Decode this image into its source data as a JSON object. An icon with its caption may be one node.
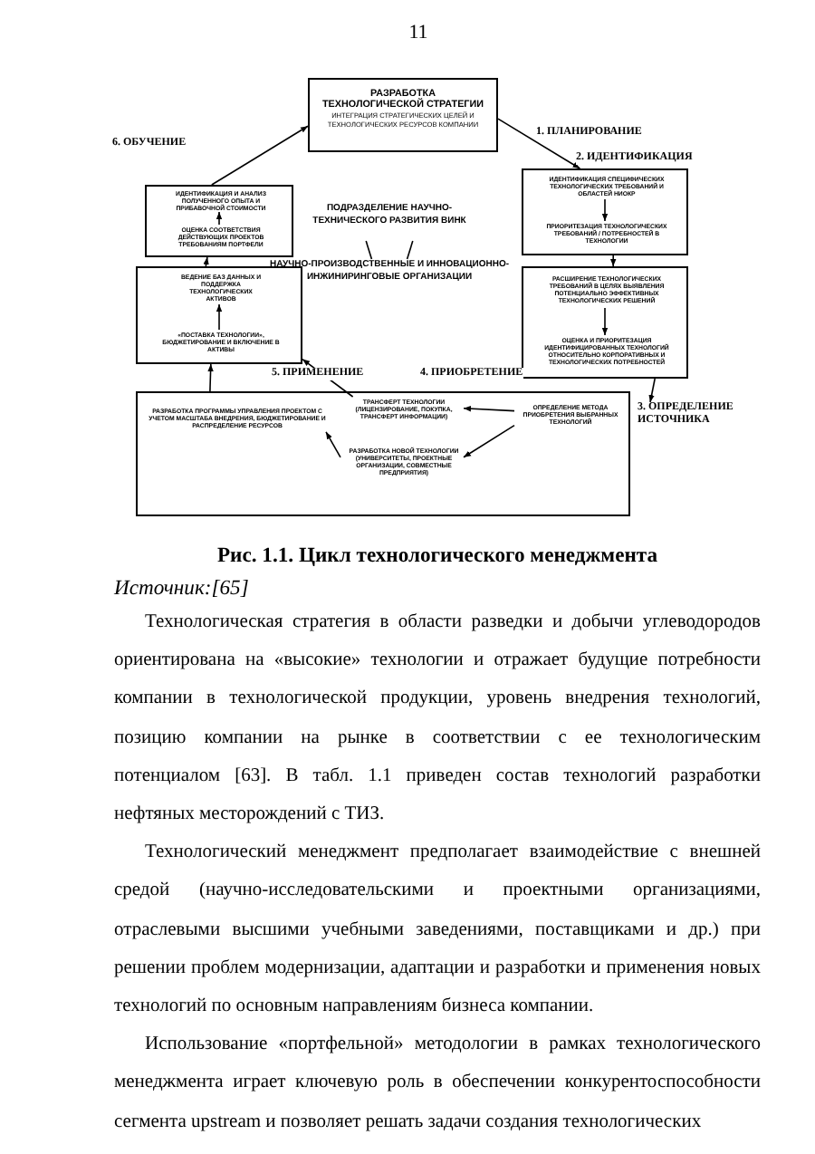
{
  "diagram": {
    "caption": "Рис. 1.1. Цикл технологического менеджмента",
    "nodes": [
      {
        "text": [
          "РАЗРАБОТКА ТЕХНОЛОГИЧЕСКОЙ СТРАТЕГИИ",
          "ИНТЕГРАЦИЯ СТРАТЕГИЧЕСКИХ ЦЕЛЕЙ И ТЕХНОЛОГИЧЕСКИХ РЕСУРСОВ КОМПАНИИ"
        ]
      },
      {
        "text": [],
        "shape": "box"
      },
      {
        "text": [
          "ИДЕНТИФИКАЦИЯ СПЕЦИФИЧЕСКИХ ТЕХНОЛОГИЧЕСКИХ ТРЕБОВАНИЙ И ОБЛАСТЕЙ НИОКР"
        ],
        "in": 1
      },
      {
        "text": [
          "ПРИОРИТЕЗАЦИЯ ТЕХНОЛОГИЧЕСКИХ ТРЕБОВАНИЙ / ПОТРЕБНОСТЕЙ В ТЕХНОЛОГИИ"
        ],
        "in": 1
      },
      {
        "text": [],
        "shape": "box"
      },
      {
        "text": [
          "РАСШИРЕНИЕ ТЕХНОЛОГИЧЕСКИХ ТРЕБОВАНИЙ В ЦЕЛЯХ ВЫЯВЛЕНИЯ ПОТЕНЦИАЛЬНО ЭФФЕКТИВНЫХ ТЕХНОЛОГИЧЕСКИХ РЕШЕНИЙ"
        ],
        "in": 4
      },
      {
        "text": [
          "ОЦЕНКА И ПРИОРИТЕЗАЦИЯ ИДЕНТИФИЦИРОВАННЫХ ТЕХНОЛОГИЙ ОТНОСИТЕЛЬНО КОРПОРАТИВНЫХ И ТЕХНОЛОГИЧЕСКИХ ПОТРЕБНОСТЕЙ"
        ],
        "in": 4
      },
      {
        "text": [],
        "shape": "box"
      },
      {
        "text": [
          "ОПРЕДЕЛЕНИЕ МЕТОДА ПРИОБРЕТЕНИЯ ВЫБРАННЫХ ТЕХНОЛОГИЙ"
        ],
        "in": 7
      },
      {
        "text": [
          "ТРАНСФЕРТ ТЕХНОЛОГИИ (ЛИЦЕНЗИРОВАНИЕ, ПОКУПКА, ТРАНСФЕРТ ИНФОРМАЦИИ)"
        ],
        "in": 7
      },
      {
        "text": [
          "РАЗРАБОТКА НОВОЙ ТЕХНОЛОГИИ (УНИВЕРСИТЕТЫ, ПРОЕКТНЫЕ ОРГАНИЗАЦИИ, СОВМЕСТНЫЕ ПРЕДПРИЯТИЯ)"
        ],
        "in": 7
      },
      {
        "text": [
          "РАЗРАБОТКА ПРОГРАММЫ УПРАВЛЕНИЯ ПРОЕКТОМ С УЧЕТОМ МАСШТАБА ВНЕДРЕНИЯ, БЮДЖЕТИРОВАНИЕ И РАСПРЕДЕЛЕНИЕ РЕСУРСОВ"
        ],
        "in": 7
      },
      {
        "text": [],
        "shape": "box"
      },
      {
        "text": [
          "«ПОСТАВКА ТЕХНОЛОГИИ», БЮДЖЕТИРОВАНИЕ И ВКЛЮЧЕНИЕ В АКТИВЫ"
        ],
        "in": 12
      },
      {
        "text": [
          "ВЕДЕНИЕ БАЗ ДАННЫХ И ПОДДЕРЖКА ТЕХНОЛОГИЧЕСКИХ АКТИВОВ"
        ],
        "in": 12
      },
      {
        "text": [],
        "shape": "box"
      },
      {
        "text": [
          "ИДЕНТИФИКАЦИЯ И АНАЛИЗ ПОЛУЧЕННОГО ОПЫТА И ПРИБАВОЧНОЙ СТОИМОСТИ"
        ],
        "in": 15
      },
      {
        "text": [
          "ОЦЕНКА СООТВЕТСТВИЯ ДЕЙСТВУЮЩИХ ПРОЕКТОВ ТРЕБОВАНИЯМ ПОРТФЕЛИ"
        ],
        "in": 15
      },
      {
        "text": [
          "ПОДРАЗДЕЛЕНИЕ НАУЧНО-ТЕХНИЧЕСКОГО РАЗВИТИЯ ВИНК"
        ]
      },
      {
        "text": [
          "НАУЧНО-ПРОИЗВОДСТВЕННЫЕ И ИННОВАЦИОННО-ИНЖИНИРИНГОВЫЕ ОРГАНИЗАЦИИ"
        ]
      },
      {
        "text": [
          "3. ОПРЕДЕЛЕНИЕ ИСТОЧНИКА"
        ]
      }
    ],
    "edges": [
      {
        "from": 0,
        "to": 1,
        "arrow": "to",
        "label": "1. ПЛАНИРОВАНИЕ"
      },
      {
        "from": 2,
        "to": 3,
        "arrow": "to"
      },
      {
        "from": 1,
        "to": 4,
        "arrow": "to"
      },
      {
        "from": 5,
        "to": 6,
        "arrow": "to"
      },
      {
        "from": 4,
        "to": 20,
        "arrow": "to"
      },
      {
        "from": 8,
        "to": 9,
        "arrow": "to"
      },
      {
        "from": 8,
        "to": 10,
        "arrow": "to"
      },
      {
        "from": 10,
        "to": 11,
        "arrow": "to"
      },
      {
        "from": 7,
        "to": 12,
        "arrow": "to"
      },
      {
        "from": 9,
        "to": 12,
        "arrow": "to",
        "label": "5. ПРИМЕНЕНИЕ"
      },
      {
        "from": 13,
        "to": 14,
        "arrow": "to"
      },
      {
        "from": 12,
        "to": 15,
        "arrow": "to"
      },
      {
        "from": 17,
        "to": 16,
        "arrow": "to"
      },
      {
        "from": 15,
        "to": 0,
        "arrow": "to",
        "label": "6. ОБУЧЕНИЕ"
      },
      {
        "from": 18,
        "to": 19,
        "arrow": "none"
      },
      {
        "from": 18,
        "to": 19,
        "arrow": "none"
      }
    ],
    "labels": [
      "11",
      "2. ИДЕНТИФИКАЦИЯ",
      "4. ПРИОБРЕТЕНИЕ",
      "Источник:[65]",
      "Технологическая стратегия в области разведки и добычи углеводородов ориентирована на «высокие» технологии и отражает будущие потребности компании в технологической продукции, уровень внедрения технологий, позицию компании на рынке в соответствии с ее технологическим потенциалом [63]. В табл. 1.1 приведен состав технологий разработки нефтяных месторождений с ТИЗ.",
      "Технологический менеджмент предполагает взаимодействие с внешней средой (научно-исследовательскими и проектными организациями, отраслевыми высшими учебными заведениями, поставщиками и др.) при решении проблем модернизации, адаптации и разработки и применения новых технологий по основным направлениям бизнеса компании.",
      "Использование «портфельной» методологии в рамках технологического менеджмента играет ключевую роль в обеспечении конкурентоспособности сегмента upstream и позволяет решать задачи создания технологических"
    ]
  }
}
